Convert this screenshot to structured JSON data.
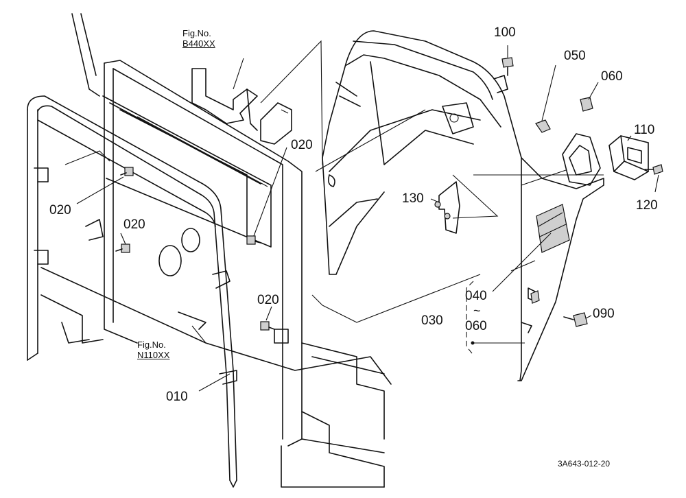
{
  "figure_refs": [
    {
      "prefix": "Fig.No.",
      "number": "B440XX"
    },
    {
      "prefix": "Fig.No.",
      "number": "N110XX"
    }
  ],
  "part_labels": {
    "p100": "100",
    "p050": "050",
    "p060": "060",
    "p110": "110",
    "p120": "120",
    "p130": "130",
    "p020a": "020",
    "p020b": "020",
    "p020c": "020",
    "p020d": "020",
    "p040": "040",
    "range_tilde": "~",
    "p060b": "060",
    "p030": "030",
    "p090": "090",
    "p010": "010"
  },
  "drawing_code": "3A643-012-20"
}
